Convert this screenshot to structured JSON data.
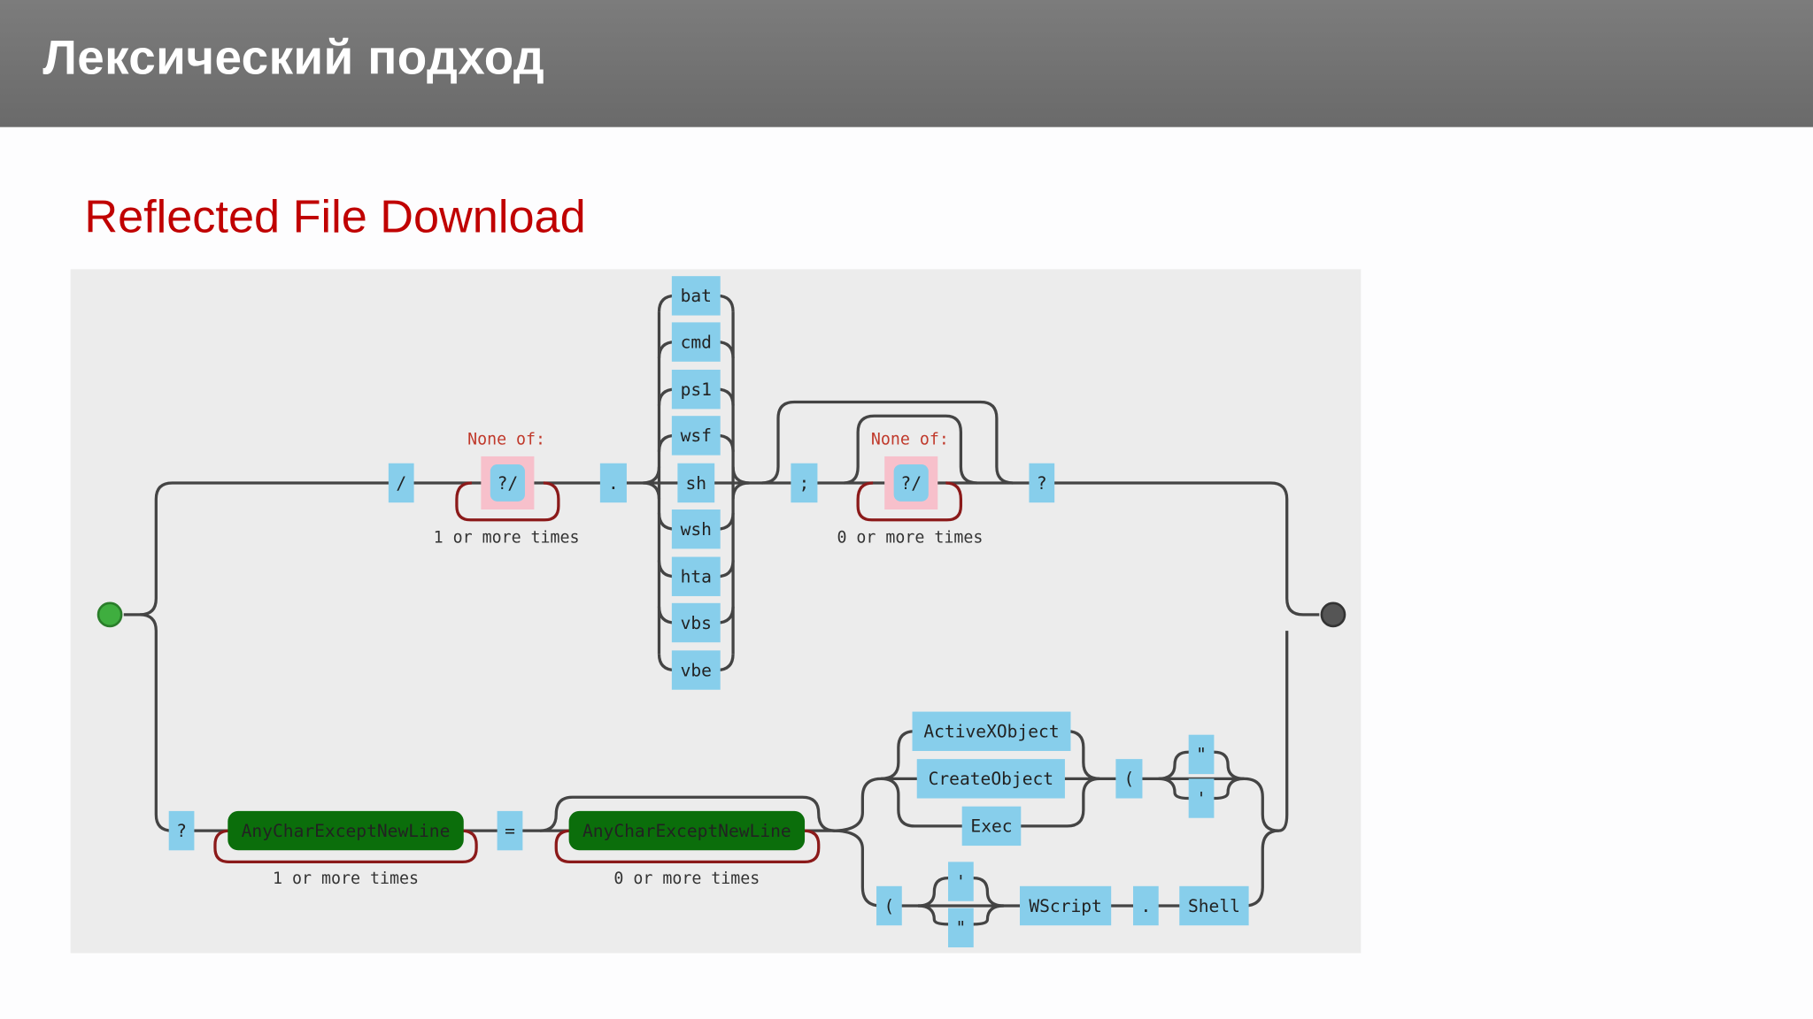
{
  "header": {
    "title": "Лексический подход"
  },
  "slide": {
    "title": "Reflected File Download"
  },
  "diagram": {
    "top": {
      "slash": "/",
      "none_of_1": "None of:",
      "chars_1": "?/",
      "repeat_1": "1 or more times",
      "dot": ".",
      "extensions": [
        "bat",
        "cmd",
        "ps1",
        "wsf",
        "sh",
        "wsh",
        "hta",
        "vbs",
        "vbe"
      ],
      "semicolon": ";",
      "none_of_2": "None of:",
      "chars_2": "?/",
      "repeat_2": "0 or more times",
      "question": "?"
    },
    "bottom": {
      "question": "?",
      "any_1": "AnyCharExceptNewLine",
      "repeat_1": "1 or more times",
      "equals": "=",
      "any_2": "AnyCharExceptNewLine",
      "repeat_2": "0 or more times",
      "objects": [
        "ActiveXObject",
        "CreateObject",
        "Exec"
      ],
      "paren_1": "(",
      "quotes_1": [
        "\"",
        "'"
      ],
      "paren_2": "(",
      "quotes_2": [
        "'",
        "\""
      ],
      "wscript": "WScript",
      "dot": ".",
      "shell": "Shell"
    },
    "colors": {
      "literal": "#87ceeb",
      "group": "#0b6e0b",
      "charset": "#f7c0cb",
      "start": "#3fae3f",
      "end": "#555555"
    }
  }
}
